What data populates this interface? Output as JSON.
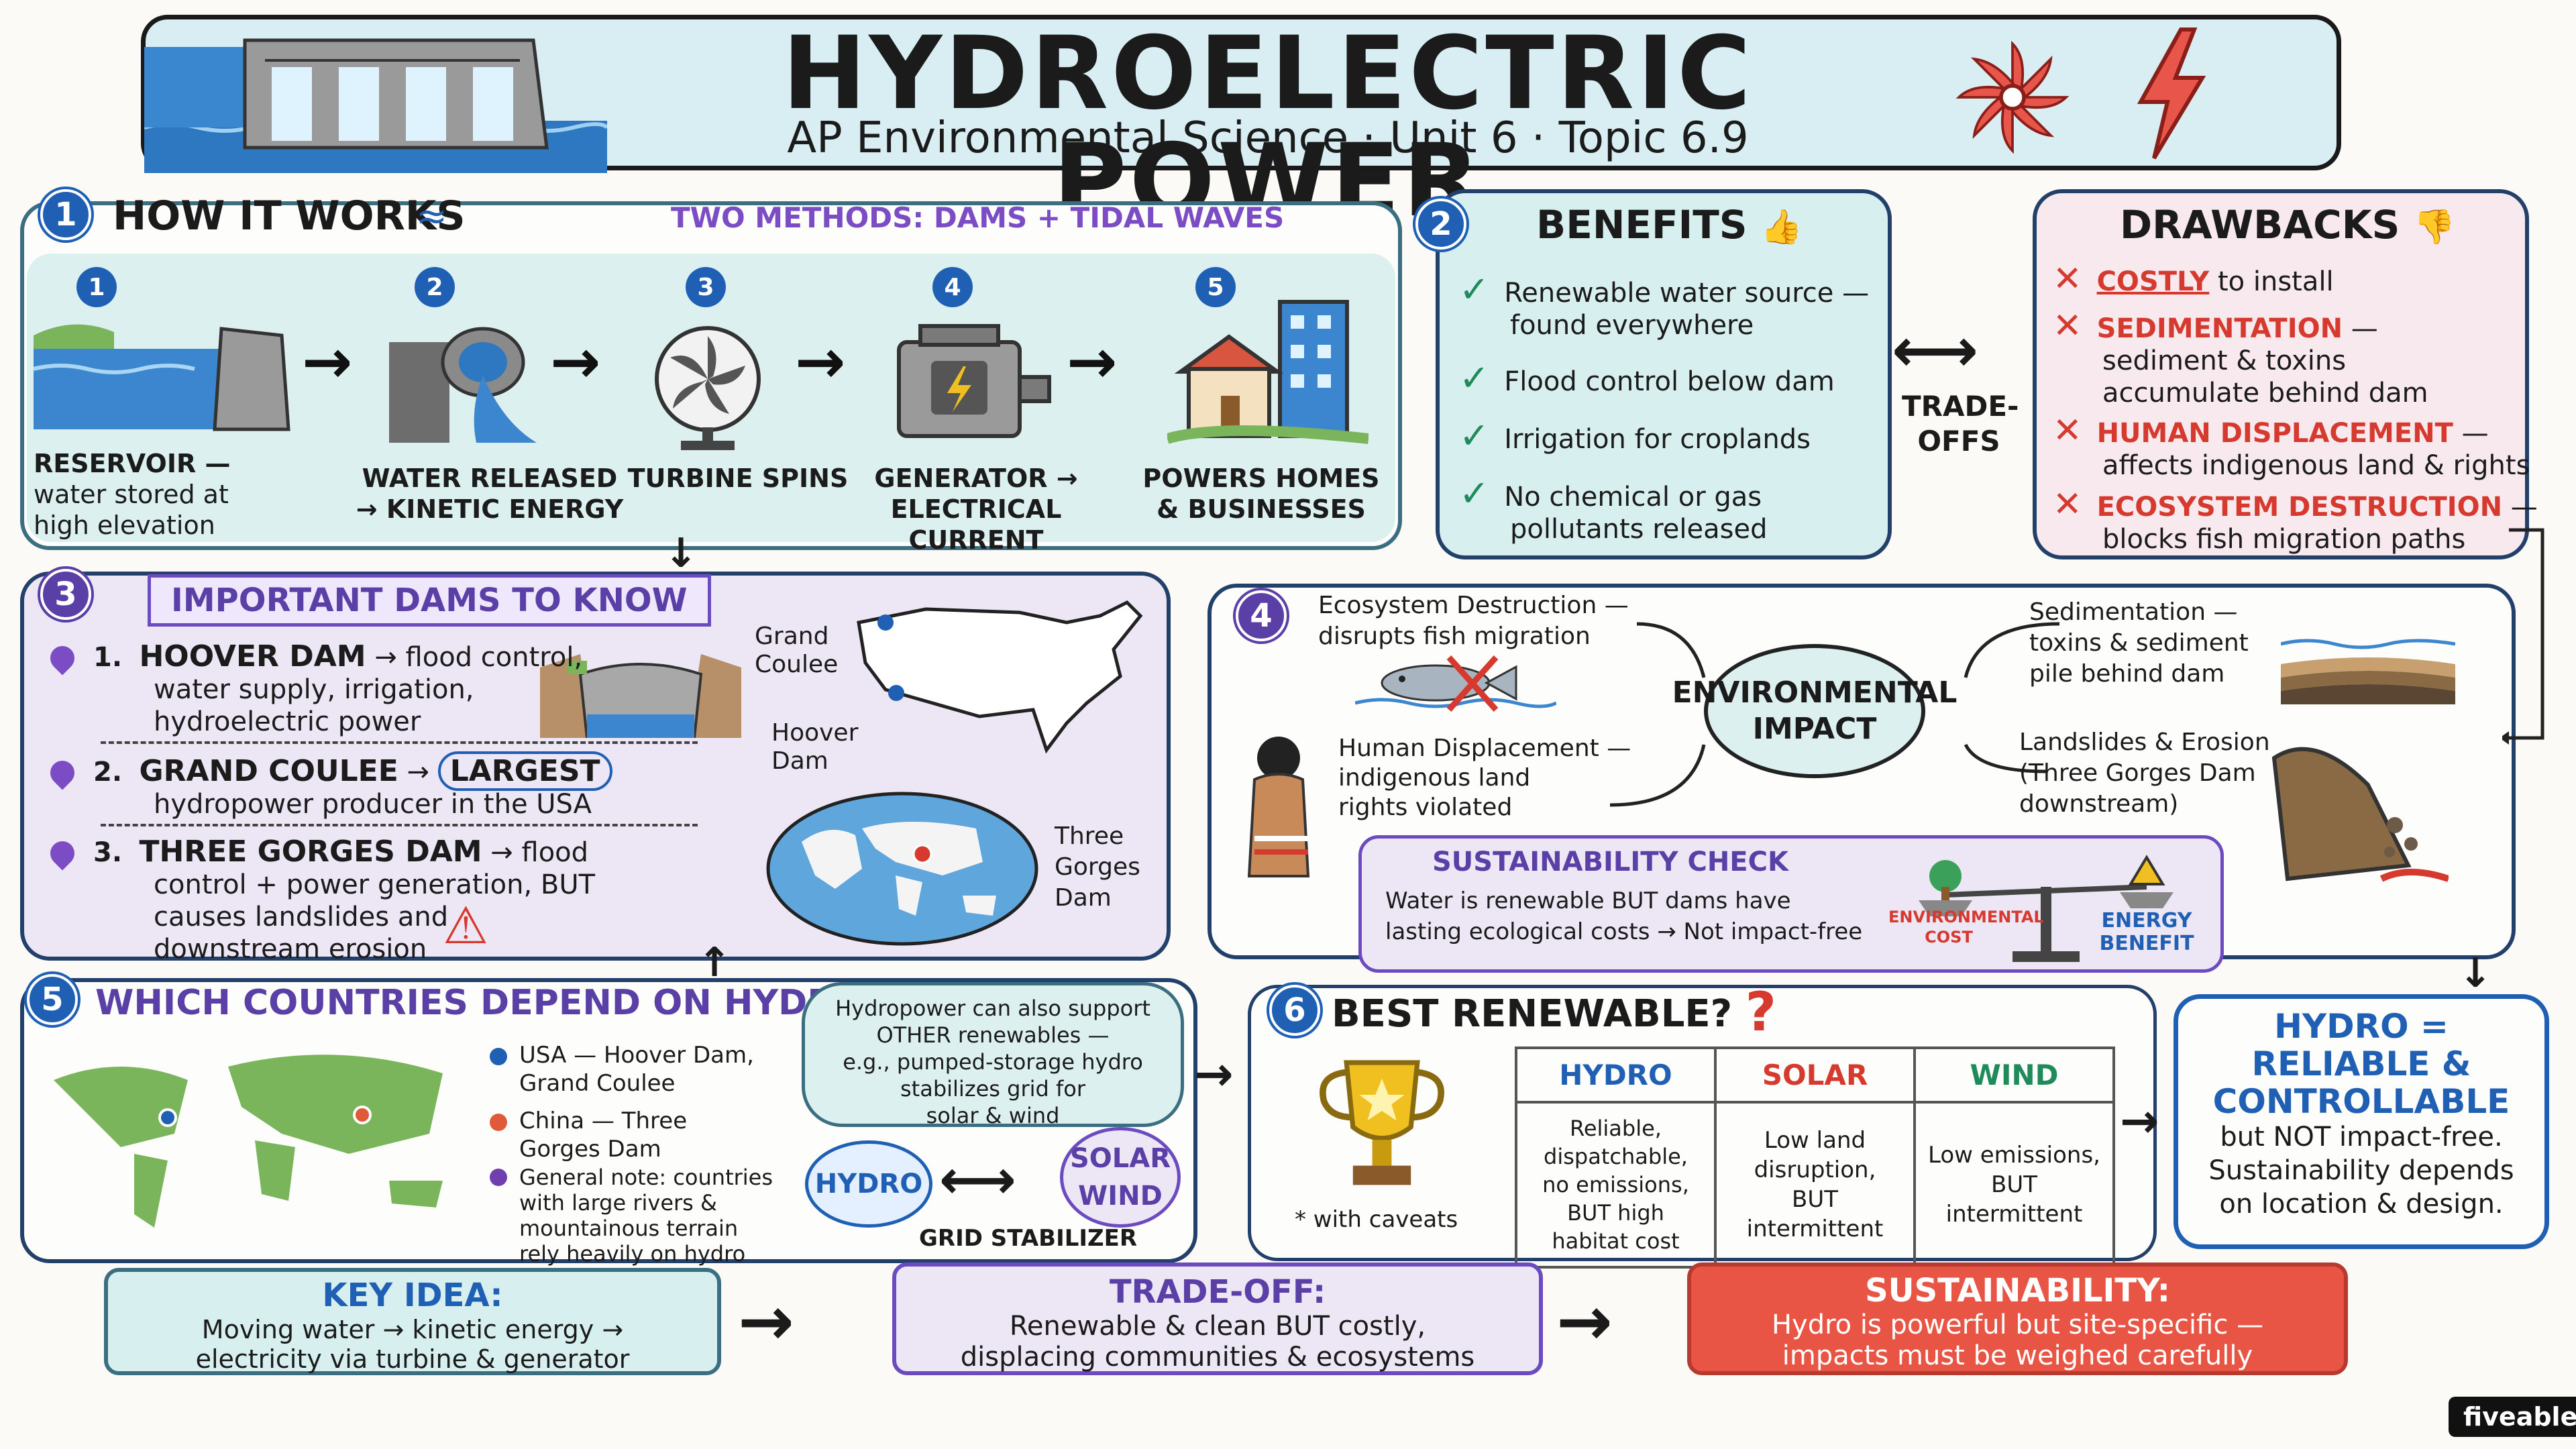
{
  "header": {
    "title": "HYDROELECTRIC POWER",
    "subtitle": "AP Environmental Science · Unit 6 · Topic 6.9"
  },
  "how_it_works": {
    "num": "1",
    "heading": "HOW IT WORKS",
    "methods": "TWO METHODS: DAMS + TIDAL WAVES",
    "steps": [
      {
        "num": "1",
        "title": "RESERVOIR —",
        "line2": "water stored at",
        "line3": "high elevation"
      },
      {
        "num": "2",
        "title": "WATER RELEASED",
        "line2": "→ KINETIC ENERGY"
      },
      {
        "num": "3",
        "title": "TURBINE SPINS"
      },
      {
        "num": "4",
        "title": "GENERATOR →",
        "line2": "ELECTRICAL CURRENT"
      },
      {
        "num": "5",
        "title": "POWERS HOMES",
        "line2": "& BUSINESSES"
      }
    ]
  },
  "benefits": {
    "num": "2",
    "heading": "BENEFITS",
    "items": [
      {
        "line1": "Renewable water source —",
        "line2": "found everywhere"
      },
      {
        "line1": "Flood control below dam"
      },
      {
        "line1": "Irrigation for croplands"
      },
      {
        "line1": "No chemical or gas",
        "line2": "pollutants released"
      }
    ]
  },
  "tradeoffs_label": {
    "line1": "TRADE-",
    "line2": "OFFS"
  },
  "drawbacks": {
    "heading": "DRAWBACKS",
    "items": [
      {
        "key": "COSTLY",
        "rest": " to install"
      },
      {
        "key": "SEDIMENTATION",
        "rest": " —",
        "line2": "sediment & toxins",
        "line3": "accumulate behind dam"
      },
      {
        "key": "HUMAN DISPLACEMENT",
        "rest": " —",
        "line2": "affects indigenous land & rights"
      },
      {
        "key": "ECOSYSTEM DESTRUCTION",
        "rest": " —",
        "line2": "blocks fish migration paths"
      }
    ]
  },
  "dams": {
    "num": "3",
    "heading": "IMPORTANT DAMS TO KNOW",
    "items": [
      {
        "n": "1.",
        "name": "HOOVER DAM",
        "rest": "→ flood control,",
        "line2": "water supply, irrigation,",
        "line3": "hydroelectric power"
      },
      {
        "n": "2.",
        "name": "GRAND COULEE",
        "rest": "→",
        "highlight": "LARGEST",
        "line2": "hydropower producer in the USA"
      },
      {
        "n": "3.",
        "name": "THREE GORGES DAM",
        "rest": "→ flood",
        "line2": "control + power generation, BUT",
        "line3": "causes landslides and",
        "line4": "downstream erosion"
      }
    ],
    "map_labels": {
      "grand_coulee": "Grand\nCoulee",
      "hoover": "Hoover\nDam",
      "three_gorges": "Three\nGorges\nDam"
    }
  },
  "env_impact": {
    "num": "4",
    "center": "ENVIRONMENTAL\nIMPACT",
    "ecosystem": "Ecosystem Destruction —\ndisrupts fish migration",
    "human": "Human Displacement —\nindigenous land\nrights violated",
    "sediment": "Sedimentation —\ntoxins & sediment\npile behind dam",
    "landslides": "Landslides & Erosion\n(Three Gorges Dam\ndownstream)",
    "sustainability_title": "SUSTAINABILITY CHECK",
    "sustainability_text": "Water is renewable BUT dams have\nlasting ecological costs → Not impact-free",
    "scale_left": "ENVIRONMENTAL\nCOST",
    "scale_right": "ENERGY\nBENEFIT"
  },
  "countries": {
    "num": "5",
    "heading": "WHICH COUNTRIES DEPEND ON HYDRO?",
    "items": [
      {
        "color": "#1f5fb4",
        "text": "USA — Hoover Dam,\nGrand Coulee"
      },
      {
        "color": "#e05a3a",
        "text": "China — Three\nGorges Dam"
      },
      {
        "color": "#6f3fb0",
        "text": "General note: countries\nwith large rivers &\nmountainous terrain\nrely heavily on hydro"
      }
    ],
    "bubble": "Hydropower can also support\nOTHER renewables —\ne.g., pumped-storage hydro\nstabilizes grid for\nsolar & wind",
    "hydro": "HYDRO",
    "solar_wind": "SOLAR\nWIND",
    "grid": "GRID STABILIZER"
  },
  "best": {
    "num": "6",
    "heading": "BEST RENEWABLE?",
    "caveat": "* with caveats",
    "columns": [
      {
        "head": "HYDRO",
        "color": "#1f5fb4",
        "text": "Reliable,\ndispatchable,\nno emissions,\nBUT high\nhabitat cost"
      },
      {
        "head": "SOLAR",
        "color": "#d63a2f",
        "text": "Low land\ndisruption,\nBUT\nintermittent"
      },
      {
        "head": "WIND",
        "color": "#1f8a5a",
        "text": "Low emissions,\nBUT\nintermittent"
      }
    ],
    "conclusion_title": "HYDRO =\nRELIABLE &\nCONTROLLABLE",
    "conclusion_text": "but NOT impact-free.\nSustainability depends\non location & design."
  },
  "bottom": {
    "key_title": "KEY IDEA:",
    "key_text": "Moving water → kinetic energy →\nelectricity via turbine & generator",
    "trade_title": "TRADE-OFF:",
    "trade_text": "Renewable & clean BUT costly,\ndisplacing communities & ecosystems",
    "sus_title": "SUSTAINABILITY:",
    "sus_text": "Hydro is powerful but site-specific —\nimpacts must be weighed carefully"
  },
  "brand": "fiveable",
  "colors": {
    "navy": "#22406a",
    "blue": "#1f5fb4",
    "purple": "#5a3fa6",
    "red": "#d63a2f",
    "green": "#1f8a5a",
    "teal_bg": "#d8efef",
    "lavender_bg": "#ece6f5",
    "pink_bg": "#f8e9ee"
  }
}
